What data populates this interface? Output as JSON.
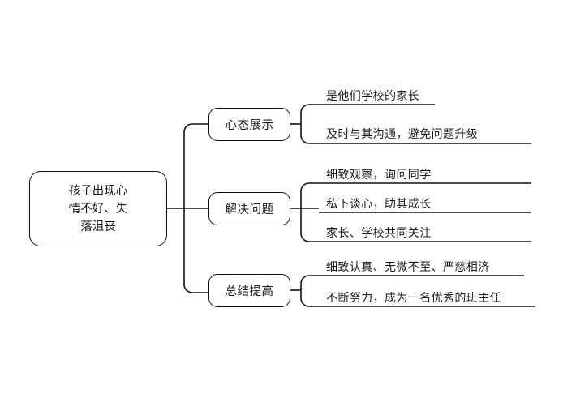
{
  "diagram": {
    "type": "mind-map",
    "title": "孩子出现心情不好、失落沮丧",
    "orientation": "left-to-right",
    "colors": {
      "stroke": "#111111",
      "text": "#1a1a1a",
      "background": "#ffffff"
    },
    "root": {
      "label": "孩子出现心\n情不好、失\n落沮丧",
      "label_plain": "孩子出现心情不好、失落沮丧"
    },
    "branches": [
      {
        "label": "心态展示",
        "leaves": [
          {
            "label": "是他们学校的家长"
          },
          {
            "label": "及时与其沟通，避免问题升级"
          }
        ]
      },
      {
        "label": "解决问题",
        "leaves": [
          {
            "label": "细致观察，询问同学"
          },
          {
            "label": "私下谈心，助其成长"
          },
          {
            "label": "家长、学校共同关注"
          }
        ]
      },
      {
        "label": "总结提高",
        "leaves": [
          {
            "label": "细致认真、无微不至、严慈相济"
          },
          {
            "label": "不断努力，成为一名优秀的班主任"
          }
        ]
      }
    ]
  }
}
